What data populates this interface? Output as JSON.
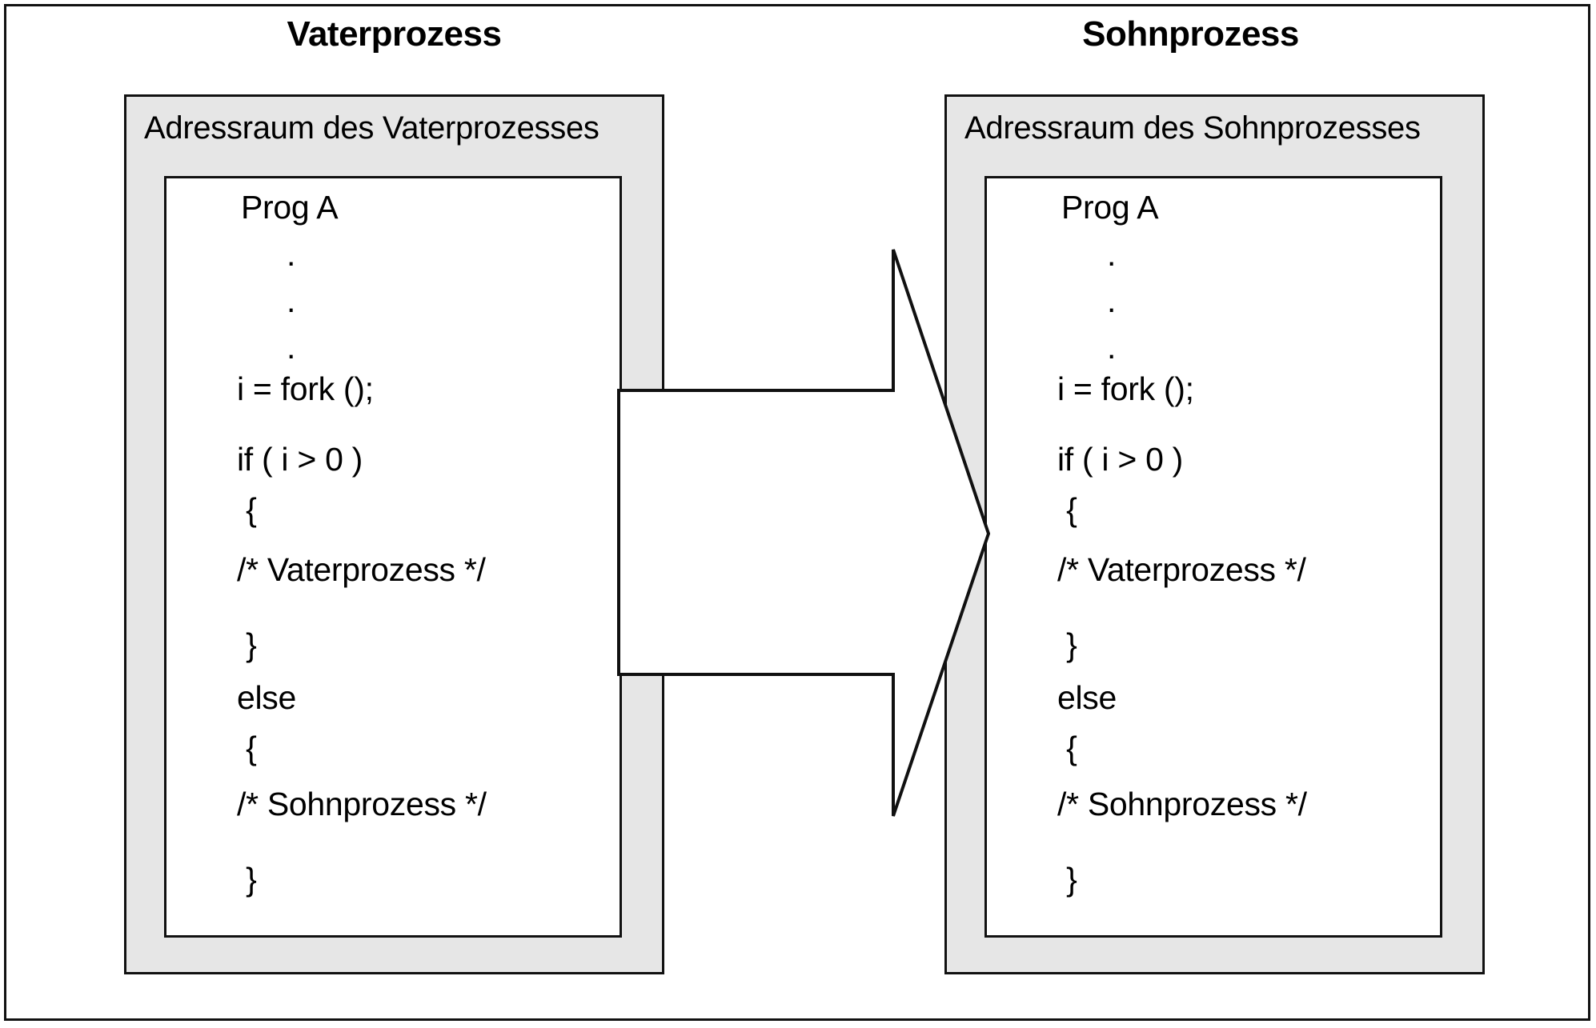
{
  "diagram": {
    "title_left": "Vaterprozess",
    "title_right": "Sohnprozess",
    "left_panel": {
      "address_space_label": "Adressraum des Vaterprozesses",
      "program": {
        "header": "Prog A",
        "ellipsis_dots": [
          ".",
          ".",
          "."
        ],
        "lines": [
          "i = fork ();",
          "if ( i > 0 )",
          " {",
          "/* Vaterprozess */",
          " }",
          "else",
          " {",
          "/* Sohnprozess */",
          " }"
        ]
      }
    },
    "right_panel": {
      "address_space_label": "Adressraum des Sohnprozesses",
      "program": {
        "header": "Prog A",
        "ellipsis_dots": [
          ".",
          ".",
          "."
        ],
        "lines": [
          "i = fork ();",
          "if ( i > 0 )",
          " {",
          "/* Vaterprozess */",
          " }",
          "else",
          " {",
          "/* Sohnprozess */",
          " }"
        ]
      }
    },
    "arrow": {
      "name": "fork-arrow",
      "direction": "right",
      "fill": "#ffffff",
      "stroke": "#111111"
    },
    "colors": {
      "address_space_fill": "#e6e6e6",
      "program_fill": "#ffffff",
      "outline": "#111111",
      "text": "#000000"
    }
  }
}
